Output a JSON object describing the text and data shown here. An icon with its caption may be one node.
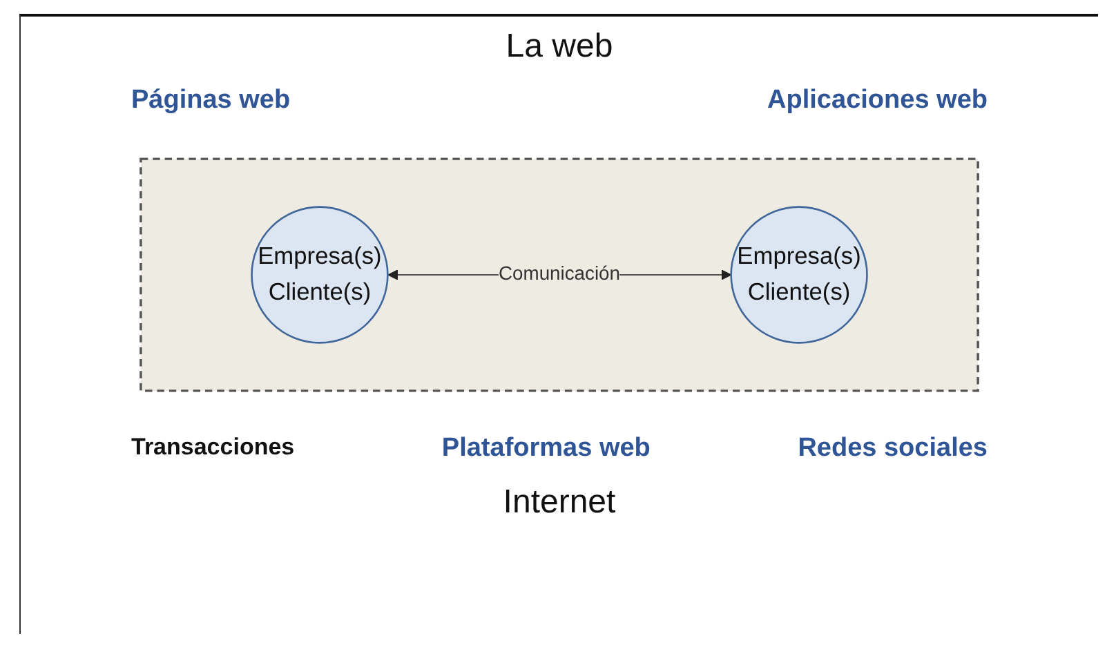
{
  "diagram": {
    "title": "La web",
    "caption": "Internet",
    "nodes": [
      {
        "text": [],
        "shape": "box"
      },
      {
        "text": [
          "Empresa(s)",
          "Cliente(s)"
        ],
        "in": 0
      },
      {
        "text": [
          "Empresa(s)",
          "Cliente(s)"
        ],
        "in": 0
      }
    ],
    "edges": [
      {
        "from": 1,
        "to": 2,
        "arrow": "both",
        "label": "Comunicación"
      }
    ],
    "labels": [
      "Páginas web",
      "Aplicaciones web",
      "Transacciones",
      "Plataformas web",
      "Redes sociales"
    ]
  }
}
